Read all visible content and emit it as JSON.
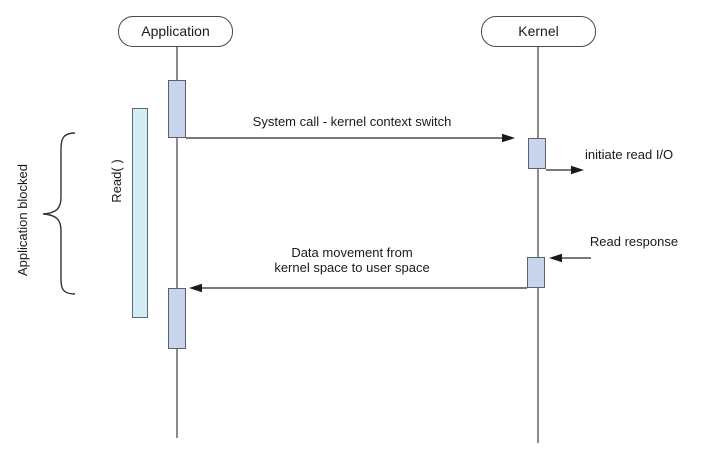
{
  "diagram": {
    "actors": [
      {
        "label": "Application"
      },
      {
        "label": "Kernel"
      }
    ],
    "messages": {
      "system_call": "System call - kernel context switch",
      "initiate_read": "initiate read I/O",
      "read_response": "Read response",
      "data_movement_line1": "Data movement from",
      "data_movement_line2": "kernel space to user space"
    },
    "annotations": {
      "blocked": "Application blocked",
      "read_call": "Read( )"
    }
  },
  "colors": {
    "background": "#ffffff",
    "text": "#1a1a1a",
    "box-border": "#4a4a4a",
    "line": "#4d4d4d",
    "activation-fill": "#c8d4ec",
    "activation-border": "#59616e",
    "read-fill": "#d2eef4",
    "read-border": "#5a6a72"
  }
}
